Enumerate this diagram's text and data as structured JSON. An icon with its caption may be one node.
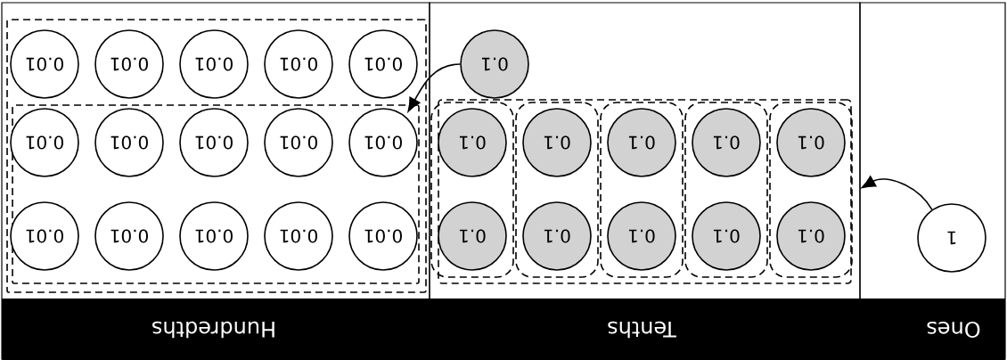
{
  "diagram": {
    "nodes": [
      {
        "text": [
          "Ones"
        ]
      },
      {
        "text": [
          "1"
        ],
        "in": 0
      },
      {
        "text": [
          "Tenths"
        ]
      },
      {
        "text": [],
        "shape": "box",
        "in": 2
      },
      {
        "text": [],
        "shape": "box",
        "in": 3
      },
      {
        "text": [],
        "shape": "box",
        "in": 3
      },
      {
        "text": [],
        "shape": "box",
        "in": 3
      },
      {
        "text": [],
        "shape": "box",
        "in": 3
      },
      {
        "text": [],
        "shape": "box",
        "in": 3
      },
      {
        "text": [
          "0.1"
        ],
        "in": 4
      },
      {
        "text": [
          "0.1"
        ],
        "in": 4
      },
      {
        "text": [
          "0.1"
        ],
        "in": 5
      },
      {
        "text": [
          "0.1"
        ],
        "in": 5
      },
      {
        "text": [
          "0.1"
        ],
        "in": 6
      },
      {
        "text": [
          "0.1"
        ],
        "in": 6
      },
      {
        "text": [
          "0.1"
        ],
        "in": 7
      },
      {
        "text": [
          "0.1"
        ],
        "in": 7
      },
      {
        "text": [
          "0.1"
        ],
        "in": 8
      },
      {
        "text": [
          "0.1"
        ],
        "in": 8
      },
      {
        "text": [
          "0.1"
        ],
        "in": 2
      },
      {
        "text": [
          "Hundredths"
        ]
      },
      {
        "text": [],
        "shape": "box",
        "in": 20
      },
      {
        "text": [],
        "shape": "box",
        "in": 21
      },
      {
        "text": [
          "0.01"
        ],
        "in": 22
      },
      {
        "text": [
          "0.01"
        ],
        "in": 22
      },
      {
        "text": [
          "0.01"
        ],
        "in": 22
      },
      {
        "text": [
          "0.01"
        ],
        "in": 22
      },
      {
        "text": [
          "0.01"
        ],
        "in": 22
      },
      {
        "text": [
          "0.01"
        ],
        "in": 22
      },
      {
        "text": [
          "0.01"
        ],
        "in": 22
      },
      {
        "text": [
          "0.01"
        ],
        "in": 22
      },
      {
        "text": [
          "0.01"
        ],
        "in": 22
      },
      {
        "text": [
          "0.01"
        ],
        "in": 22
      },
      {
        "text": [
          "0.01"
        ],
        "in": 21
      },
      {
        "text": [
          "0.01"
        ],
        "in": 21
      },
      {
        "text": [
          "0.01"
        ],
        "in": 21
      },
      {
        "text": [
          "0.01"
        ],
        "in": 21
      },
      {
        "text": [
          "0.01"
        ],
        "in": 21
      }
    ],
    "edges": [
      {
        "from": 1,
        "to": 3,
        "arrow": "to"
      },
      {
        "from": 19,
        "to": 22,
        "arrow": "to"
      }
    ]
  }
}
